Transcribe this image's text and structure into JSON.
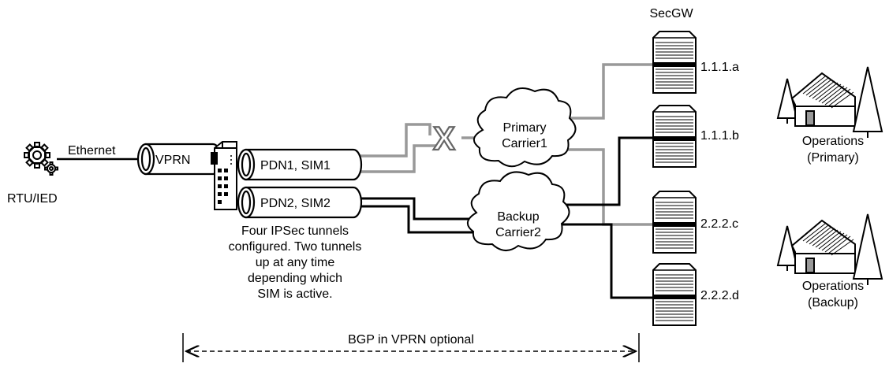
{
  "labels": {
    "secgw": "SecGW",
    "rtu": "RTU/IED",
    "ethernet": "Ethernet",
    "vprn": "VPRN",
    "pdn1": "PDN1, SIM1",
    "pdn2": "PDN2, SIM2",
    "primary_carrier": [
      "Primary",
      "Carrier1"
    ],
    "backup_carrier": [
      "Backup",
      "Carrier2"
    ],
    "failure_mark": "X",
    "gw_a": "1.1.1.a",
    "gw_b": "1.1.1.b",
    "gw_c": "2.2.2.c",
    "gw_d": "2.2.2.d",
    "ops_primary": [
      "Operations",
      "(Primary)"
    ],
    "ops_backup": [
      "Operations",
      "(Backup)"
    ],
    "note": [
      "Four IPSec tunnels",
      "configured. Two tunnels",
      "up at any time",
      "depending which",
      "SIM is active."
    ],
    "bgp": "BGP in VPRN optional"
  },
  "colors": {
    "active_link": "#000000",
    "failed_link": "#999999",
    "outline": "#000000"
  }
}
